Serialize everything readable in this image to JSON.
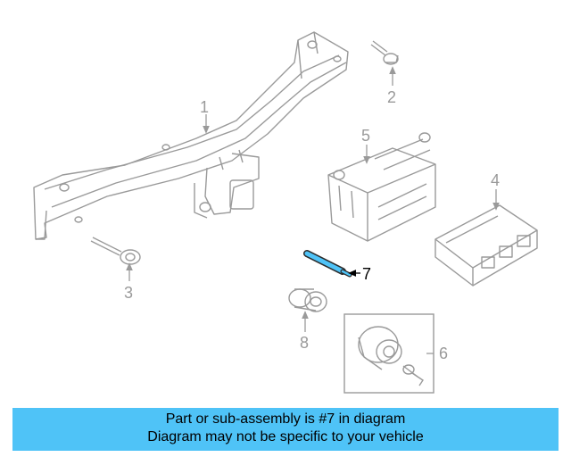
{
  "diagram": {
    "callouts": {
      "c1": "1",
      "c2": "2",
      "c3": "3",
      "c4": "4",
      "c5": "5",
      "c6": "6",
      "c7": "7",
      "c8": "8"
    },
    "highlight_part": "7",
    "colors": {
      "line_art": "#9a9a9a",
      "highlight_part": "#4fc3f7",
      "banner": "#4fc3f7"
    }
  },
  "banner": {
    "line1": "Part or sub-assembly is #7 in diagram",
    "line2": "Diagram may not be specific to your vehicle"
  }
}
